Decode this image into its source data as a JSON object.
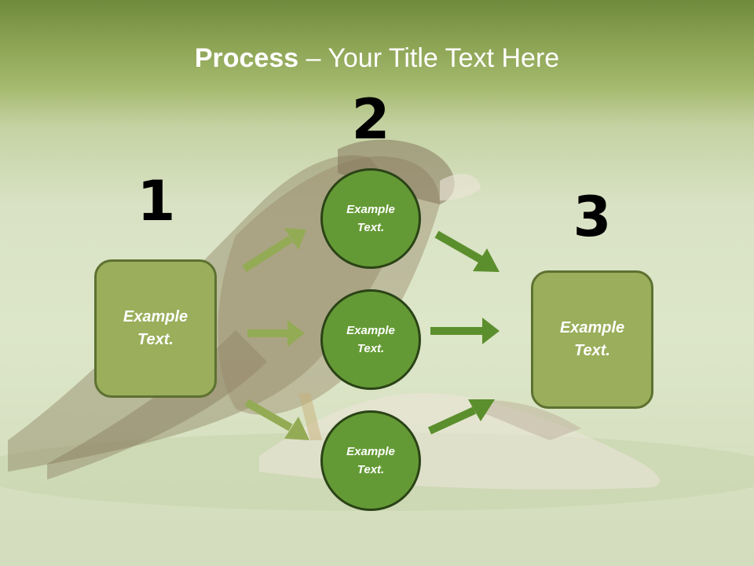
{
  "title": {
    "bold": "Process",
    "rest": " – Your Title Text Here"
  },
  "steps": [
    {
      "number": "1",
      "text": "Example\nText."
    },
    {
      "number": "2",
      "text": "Example\nText."
    },
    {
      "number": "3",
      "text": "Example\nText."
    }
  ],
  "circles": [
    {
      "text": "Example\nText."
    },
    {
      "text": "Example\nText."
    },
    {
      "text": "Example\nText."
    }
  ],
  "colors": {
    "box_fill": "#9aae5b",
    "circle_fill": "#649a35",
    "arrow_light": "#94ab55",
    "arrow_dark": "#5b8f2d"
  }
}
